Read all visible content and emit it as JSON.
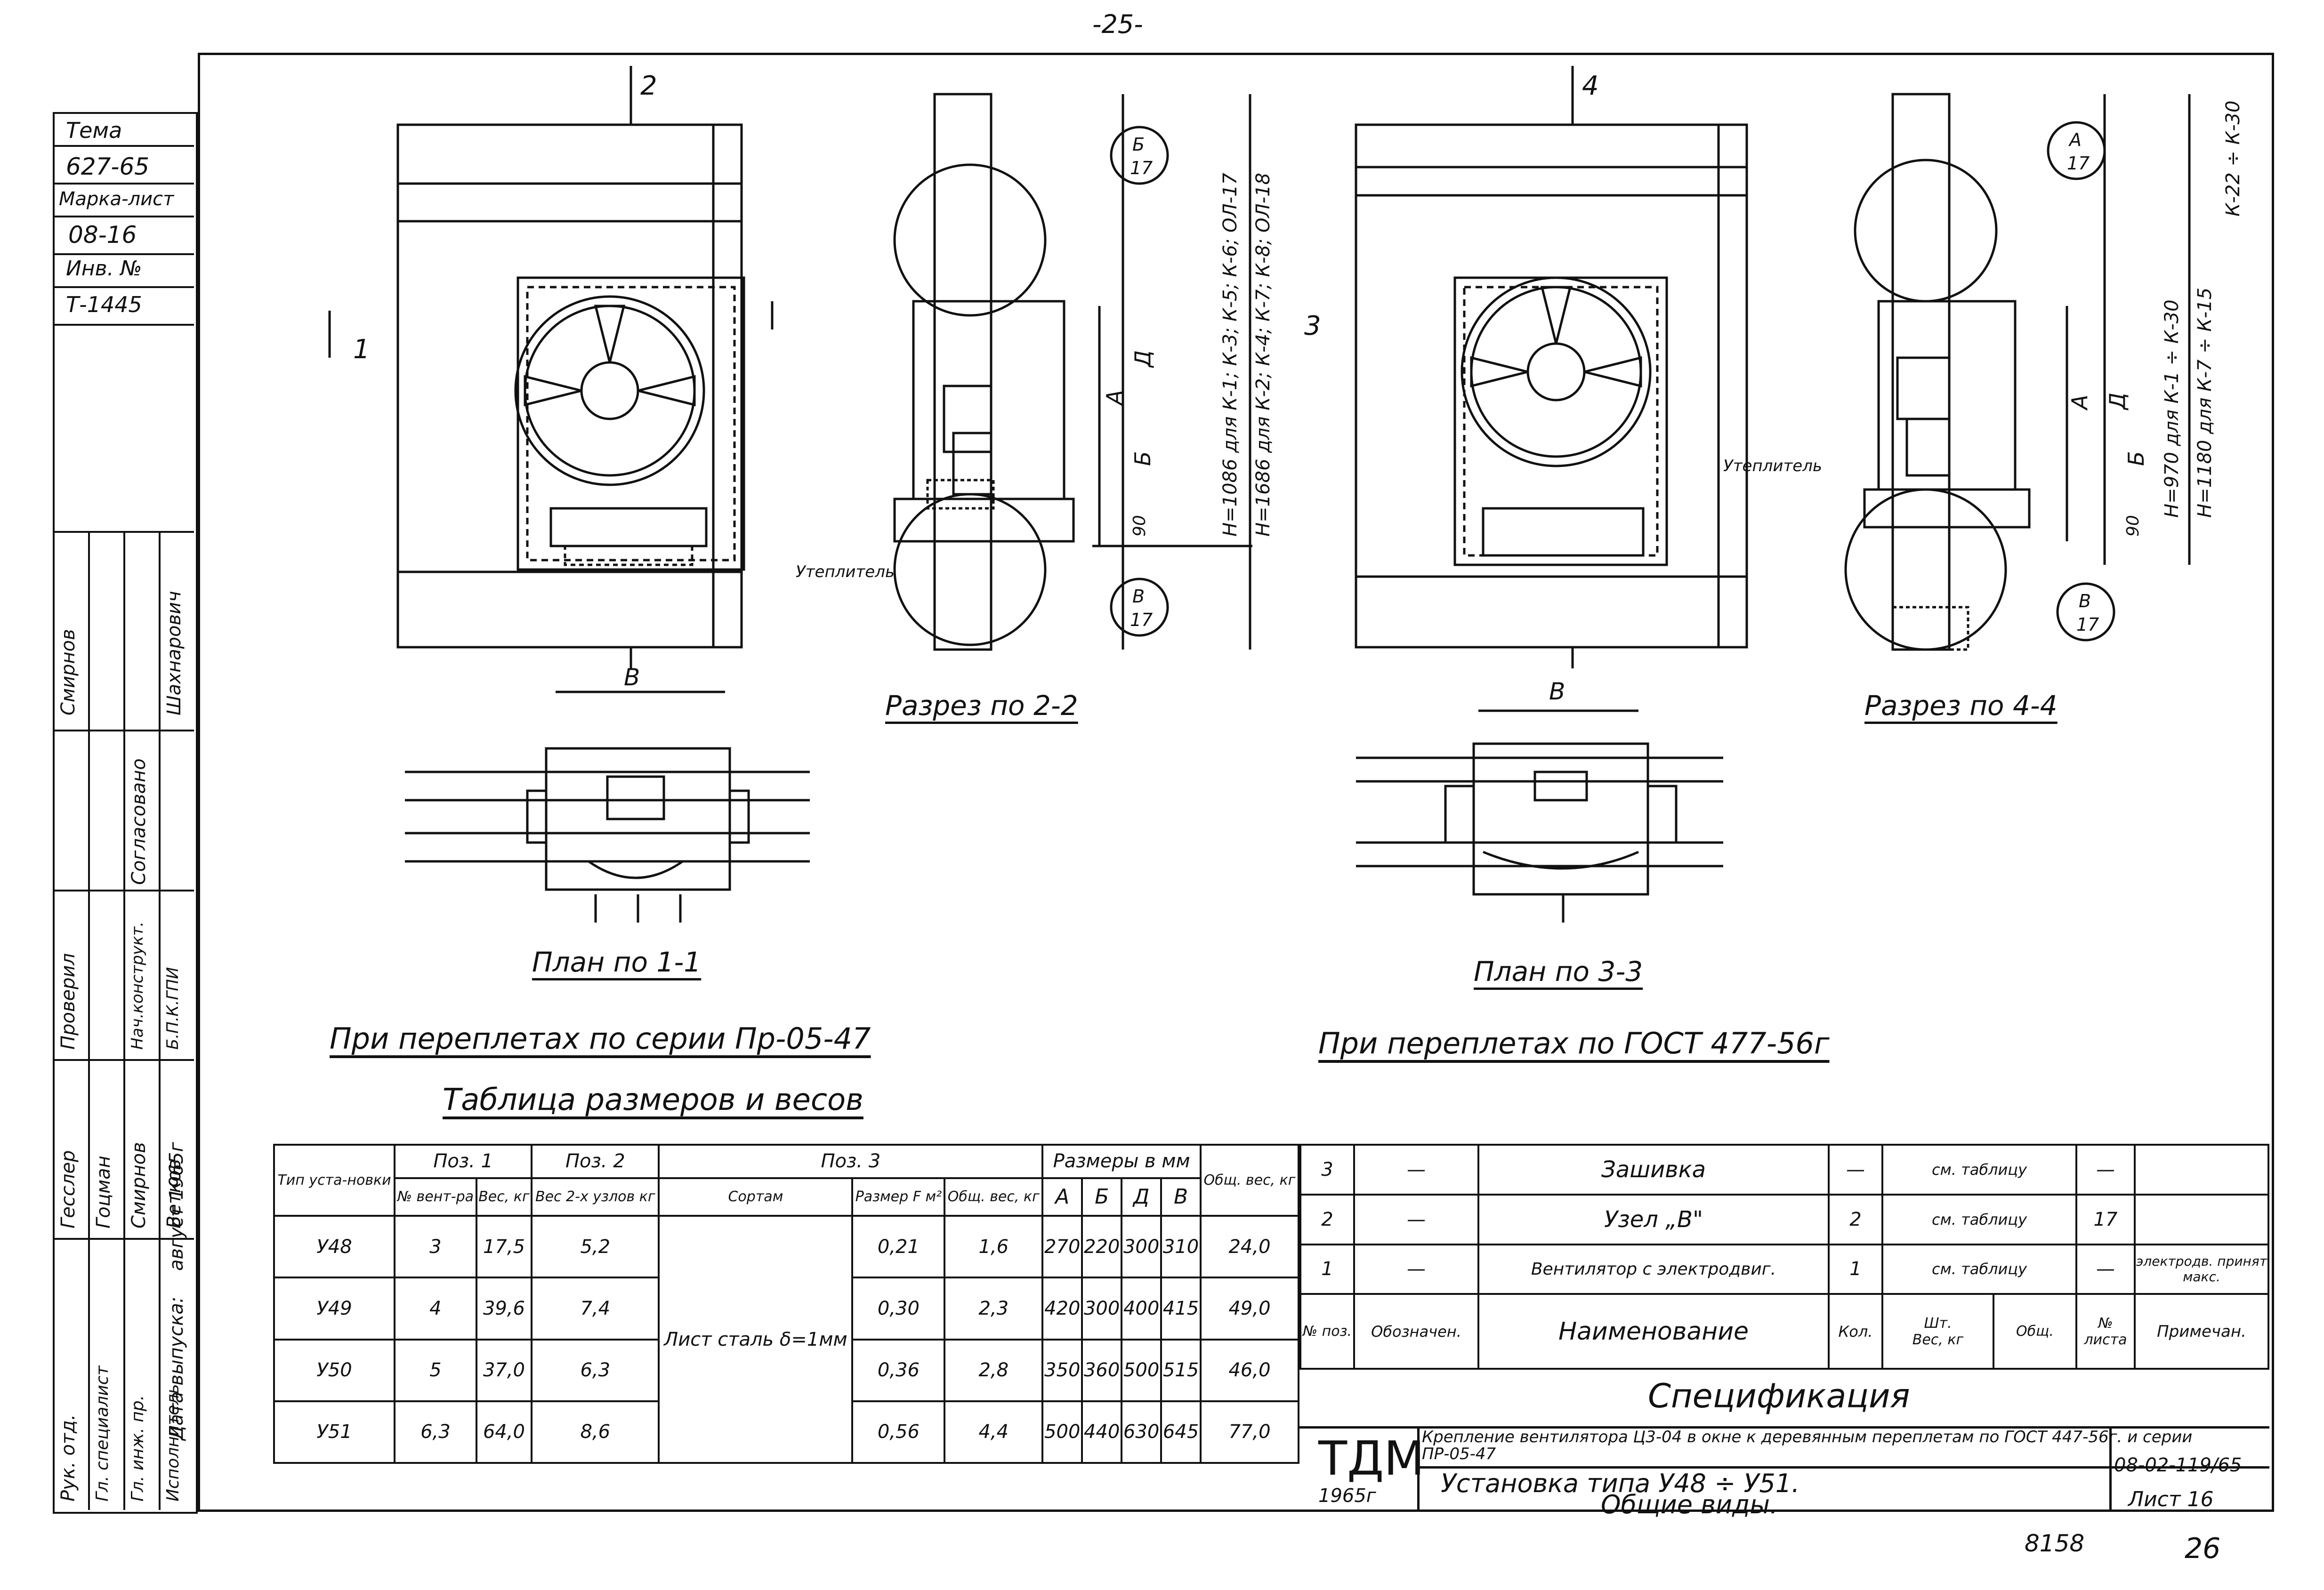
{
  "page_number_top": "-25-",
  "left_stamp": {
    "tema_label": "Тема",
    "tema_value": "627-65",
    "marka_label": "Марка-лист",
    "marka_value": "08-16",
    "inv_label": "Инв. №",
    "inv_value": "Т-1445",
    "roles": [
      "Рук. отд.",
      "Гл. специалист",
      "Гл. инж. пр.",
      "Исполнитель",
      "Дата выпуска:"
    ],
    "names": [
      "Гесслер",
      "Гоцман",
      "Смирнов",
      "Ветков"
    ],
    "release_date": "август 1965г",
    "checked_label": "Проверил",
    "agreed_label": "Согласовано",
    "dept_label": "Нач.конструкт.",
    "dept2_label": "Б.П.К.ГПИ",
    "person1": "Смирнов",
    "person2": "Шахнарович"
  },
  "views": {
    "left_title": "При переплетах по серии Пр-05-47",
    "right_title": "При переплетах по ГОСТ 477-56г",
    "section_2_2": "Разрез по 2-2",
    "section_4_4": "Разрез по 4-4",
    "plan_1_1": "План по 1-1",
    "plan_3_3": "План по 3-3",
    "insulation_label": "Утеплитель",
    "marks": [
      "1",
      "2",
      "3",
      "4"
    ],
    "callout_b": "Б",
    "callout_v": "В",
    "callout_a": "А",
    "callout_sheet": "17",
    "dim_a": "А",
    "dim_b": "Б",
    "dim_d": "Д",
    "dim_v": "В",
    "dim_90": "90",
    "note_h_left_1": "Н=1086 для К-1; К-3; К-5; К-6; ОЛ-17",
    "note_h_left_2": "Н=1686 для К-2; К-4; К-7; К-8; ОЛ-18",
    "note_h_right_1": "Н=970 для К-1 ÷ К-30",
    "note_h_right_2": "Н=1180 для К-7 ÷ К-15",
    "note_k_right": "К-22 ÷ К-30"
  },
  "sizes_table": {
    "title": "Таблица размеров и весов",
    "group_headers": [
      "Тип уста-новки",
      "Поз. 1",
      "Поз. 2",
      "Поз. 3",
      "Размеры в мм",
      "Общ. вес, кг"
    ],
    "sub_headers": [
      "№ вент-ра",
      "Вес, кг",
      "Вес 2-х узлов кг",
      "Сортам",
      "Размер F м²",
      "Общ. вес, кг",
      "А",
      "Б",
      "Д",
      "В"
    ],
    "sortament": "Лист сталь δ=1мм",
    "rows": [
      [
        "У48",
        "3",
        "17,5",
        "5,2",
        "0,21",
        "1,6",
        "270",
        "220",
        "300",
        "310",
        "24,0"
      ],
      [
        "У49",
        "4",
        "39,6",
        "7,4",
        "0,30",
        "2,3",
        "420",
        "300",
        "400",
        "415",
        "49,0"
      ],
      [
        "У50",
        "5",
        "37,0",
        "6,3",
        "0,36",
        "2,8",
        "350",
        "360",
        "500",
        "515",
        "46,0"
      ],
      [
        "У51",
        "6,3",
        "64,0",
        "8,6",
        "0,56",
        "4,4",
        "500",
        "440",
        "630",
        "645",
        "77,0"
      ]
    ]
  },
  "spec_table": {
    "title": "Спецификация",
    "rows": [
      [
        "3",
        "—",
        "Зашивка",
        "—",
        "см. таблицу",
        "—",
        ""
      ],
      [
        "2",
        "—",
        "Узел „В\"",
        "2",
        "см. таблицу",
        "17",
        ""
      ],
      [
        "1",
        "—",
        "Вентилятор с электродвиг.",
        "1",
        "см. таблицу",
        "—",
        "электродв. принят макс."
      ]
    ],
    "header": [
      "№ поз.",
      "Обозначен.",
      "Наименование",
      "Кол.",
      "Шт.",
      "Общ.",
      "Вес, кг",
      "№ листа",
      "Примечан."
    ]
  },
  "title_block": {
    "org": "ТДМ",
    "year": "1965г",
    "description": "Крепление вентилятора Ц3-04 в окне к деревянным переплетам по ГОСТ 447-56г. и серии ПР-05-47",
    "code": "08-02-119/65",
    "install_label": "Установка типа У48 ÷ У51.",
    "general_views": "Общие виды.",
    "sheet": "Лист 16"
  },
  "bottom_numbers": {
    "archive": "8158",
    "page": "26"
  }
}
